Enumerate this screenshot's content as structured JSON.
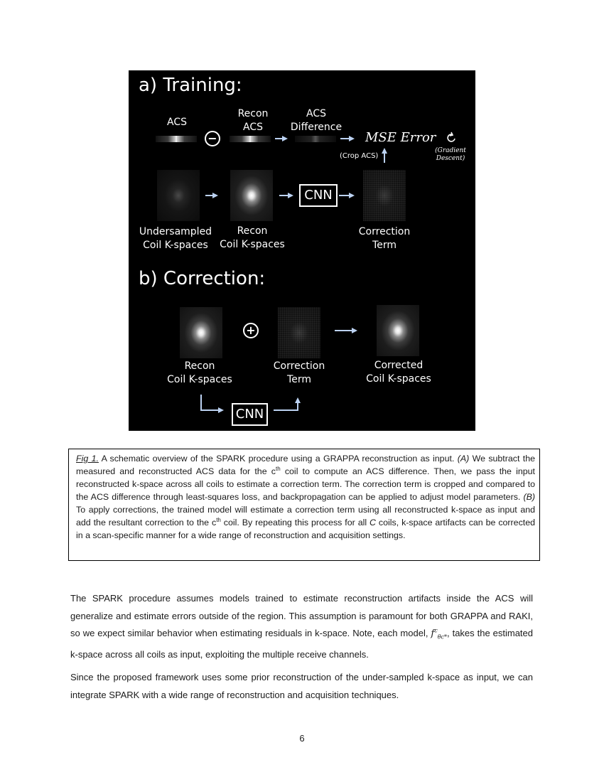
{
  "figure": {
    "training_title": "a) Training:",
    "correction_title": "b) Correction:",
    "acs_label": "ACS",
    "recon_acs_label": [
      "Recon",
      "ACS"
    ],
    "acs_difference_label": [
      "ACS",
      "Difference"
    ],
    "mse_error": "MSE Error",
    "gradient_descent": [
      "(Gradient",
      "Descent)"
    ],
    "crop_acs": "(Crop ACS)",
    "cnn": "CNN",
    "undersampled_label": [
      "Undersampled",
      "Coil K-spaces"
    ],
    "recon_coil_label": [
      "Recon",
      "Coil K-spaces"
    ],
    "correction_term_label": [
      "Correction",
      "Term"
    ],
    "corrected_label": [
      "Corrected",
      "Coil K-spaces"
    ],
    "minus_symbol": "−",
    "plus_symbol": "+"
  },
  "caption": {
    "fig_label": "Fig 1.",
    "s1": " A schematic overview of the SPARK procedure using a GRAPPA reconstruction as input.  ",
    "part_a": "(A)",
    "s2": " We subtract the measured and reconstructed ACS data for the c",
    "sup_th": "th",
    "s3": " coil to compute an ACS difference.  Then, we pass the input reconstructed k-space across all coils to estimate a correction term.  The correction term is cropped and compared to the ACS difference through least-squares loss, and backpropagation can be applied to adjust model parameters.  ",
    "part_b": "(B)",
    "s4": " To apply corrections, the trained model will estimate a correction term using all reconstructed k-space as input and add the resultant correction to the c",
    "s5": " coil.  By repeating this process for all ",
    "c_italic": "C",
    "s6": " coils, k-space artifacts can be corrected in a scan-specific manner for a wide range of reconstruction and acquisition settings."
  },
  "body": {
    "p1_a": "The SPARK procedure assumes models trained to estimate reconstruction artifacts inside the ACS will generalize and estimate errors outside of the region.  This assumption is paramount for both GRAPPA and RAKI, so we expect similar behavior when estimating residuals in k-space.  Note, each model, ",
    "p1_math": "f",
    "p1_math_sup": "c",
    "p1_math_sub": "θc*",
    "p1_b": ", takes the estimated k-space across all coils as input, exploiting the multiple receive channels.",
    "p2": "Since the proposed framework uses some prior reconstruction of the under-sampled k-space as input, we can integrate SPARK with a wide range of reconstruction and acquisition techniques."
  },
  "page_number": "6"
}
